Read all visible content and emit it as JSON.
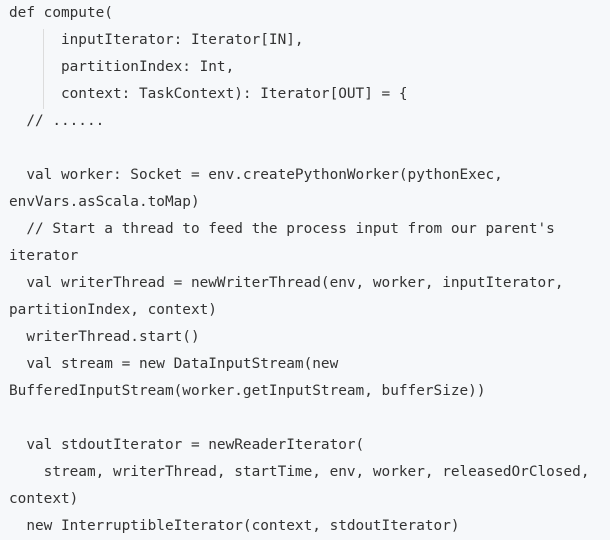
{
  "code": {
    "lines": [
      "def compute(",
      "      inputIterator: Iterator[IN],",
      "      partitionIndex: Int,",
      "      context: TaskContext): Iterator[OUT] = {",
      "  // ......",
      "",
      "  val worker: Socket = env.createPythonWorker(pythonExec,",
      "envVars.asScala.toMap)",
      "  // Start a thread to feed the process input from our parent's",
      "iterator",
      "  val writerThread = newWriterThread(env, worker, inputIterator,",
      "partitionIndex, context)",
      "  writerThread.start()",
      "  val stream = new DataInputStream(new",
      "BufferedInputStream(worker.getInputStream, bufferSize))",
      "",
      "  val stdoutIterator = newReaderIterator(",
      "    stream, writerThread, startTime, env, worker, releasedOrClosed,",
      "context)",
      "  new InterruptibleIterator(context, stdoutIterator)"
    ]
  }
}
